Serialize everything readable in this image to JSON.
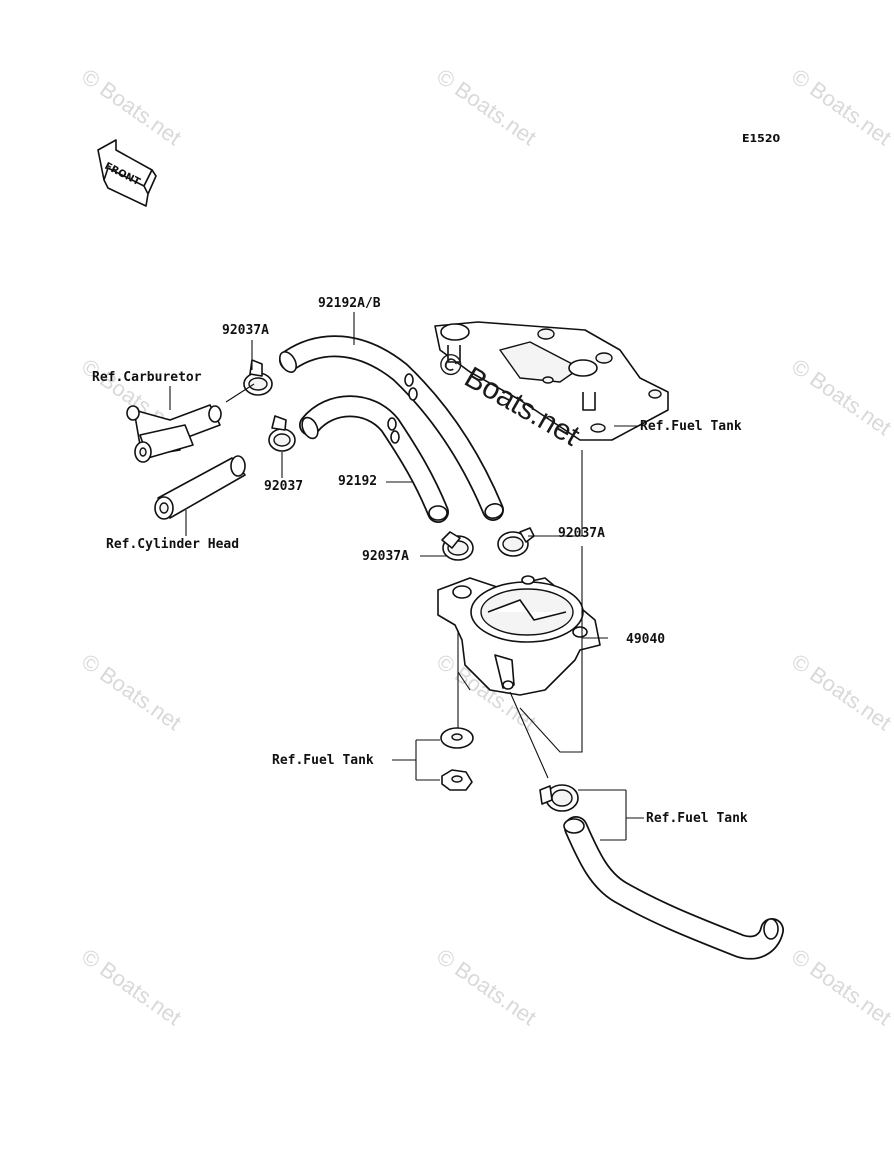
{
  "diagram": {
    "code": "E1520",
    "front_label": "FRONT",
    "watermark_small": "© Boats.net",
    "watermark_center": "© Boats.net",
    "labels": {
      "p92192ab": "92192A/B",
      "p92037a_top": "92037A",
      "ref_carburetor": "Ref.Carburetor",
      "p92037": "92037",
      "p92192": "92192",
      "ref_cylinder_head": "Ref.Cylinder Head",
      "ref_fuel_tank_1": "Ref.Fuel Tank",
      "p92037a_right": "92037A",
      "p92037a_left": "92037A",
      "p49040": "49040",
      "ref_fuel_tank_2": "Ref.Fuel Tank",
      "ref_fuel_tank_3": "Ref.Fuel Tank"
    }
  }
}
